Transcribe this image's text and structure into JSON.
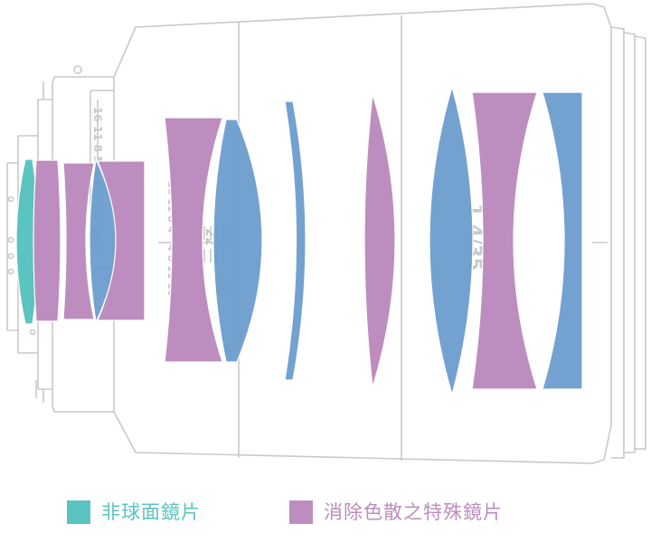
{
  "colors": {
    "aspheric": "#5BC4C0",
    "ed": "#BE8DBF",
    "normal": "#6C9DCE",
    "outline": "#c9c9c9"
  },
  "lens_markings": {
    "focal_length": "1.4/35",
    "focus_mark": "25",
    "aperture_scale_outer": "16 11 8 5.6 4 2.8 2 1.4",
    "dof_scale_left": "16 11 8 4",
    "dof_scale_right": "4 8 11 16",
    "small_mark_1": "22",
    "small_mark_2": "f4"
  },
  "legend": {
    "aspheric_label": "非球面鏡片",
    "ed_label": "消除色散之特殊鏡片"
  }
}
